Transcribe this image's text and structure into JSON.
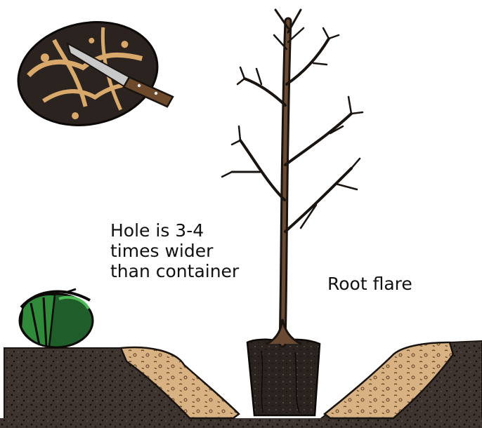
{
  "labels": {
    "hole_line1": "Hole is 3-4",
    "hole_line2": "times wider",
    "hole_line3": "than container",
    "root_flare": "Root flare"
  },
  "colors": {
    "soil": "#3f3530",
    "soil_speck": "#15100d",
    "backfill": "#d9b283",
    "outline": "#1a1410",
    "root_ball": "#2a2320",
    "trunk": "#6b4a33",
    "pot_green": "#2f8a3a",
    "pot_dark": "#1f5e2a",
    "knife_handle": "#6e4a2c",
    "blade": "#c9c9c9"
  },
  "icons": {
    "root_ball_with_knife": "cut-root-ball-icon",
    "empty_container": "plant-container-icon",
    "tree": "bare-root-tree-icon"
  }
}
